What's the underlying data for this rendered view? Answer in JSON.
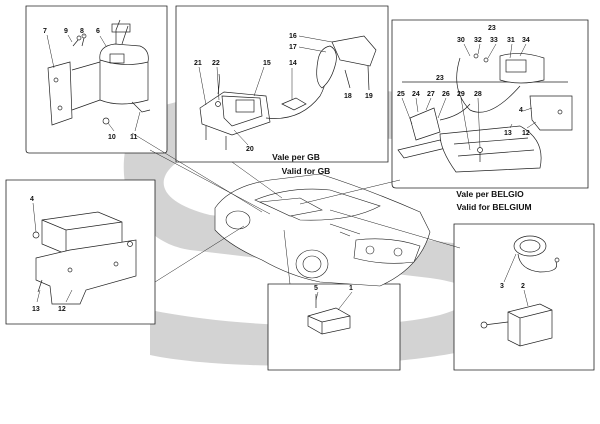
{
  "colors": {
    "watermark": "#cfcfcf",
    "line": "#222222",
    "background": "#ffffff"
  },
  "callouts": {
    "p7": "7",
    "p9": "9",
    "p8": "8",
    "p6": "6",
    "p10": "10",
    "p11": "11",
    "p21": "21",
    "p22": "22",
    "p15": "15",
    "p14": "14",
    "p20": "20",
    "p16": "16",
    "p17": "17",
    "p18": "18",
    "p19": "19",
    "p23a": "23",
    "p30": "30",
    "p32": "32",
    "p33": "33",
    "p31": "31",
    "p34": "34",
    "p4a": "4",
    "p13a": "13",
    "p12a": "12",
    "p23b": "23",
    "p25": "25",
    "p24": "24",
    "p27": "27",
    "p26": "26",
    "p29": "29",
    "p28": "28",
    "p4b": "4",
    "p13b": "13",
    "p12b": "12",
    "p5": "5",
    "p1": "1",
    "p3": "3",
    "p2": "2"
  },
  "captions": {
    "gb_it": "Vale per GB",
    "gb_en": "Valid for GB",
    "be_it": "Vale per BELGIO",
    "be_en": "Valid for BELGIUM"
  }
}
